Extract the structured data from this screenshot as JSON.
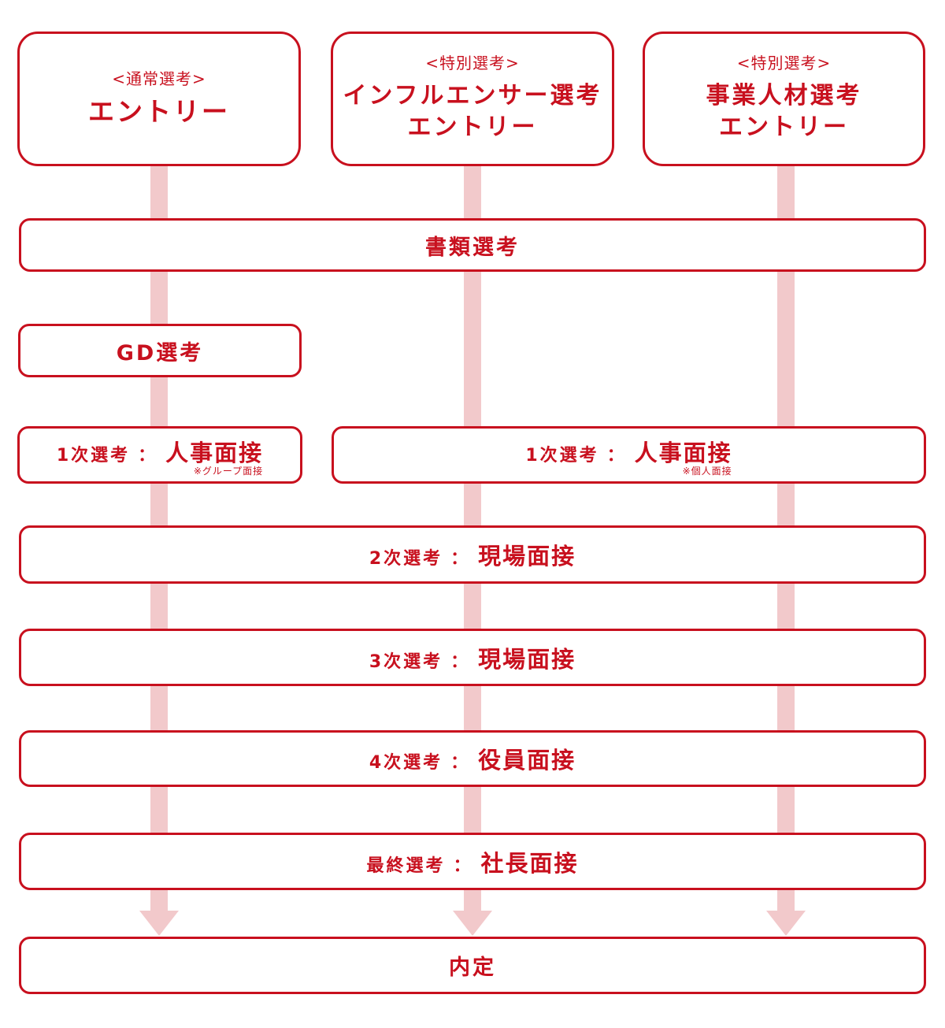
{
  "entries": [
    {
      "sub": "<通常選考>",
      "main": "エントリー",
      "main2": ""
    },
    {
      "sub": "<特別選考>",
      "main": "インフルエンサー選考",
      "main2": "エントリー"
    },
    {
      "sub": "<特別選考>",
      "main": "事業人材選考",
      "main2": "エントリー"
    }
  ],
  "stages": {
    "documents": "書類選考",
    "gd": "GD選考",
    "round1_group": {
      "label": "1次選考",
      "colon": "：",
      "value": "人事面接",
      "note": "※グループ面接"
    },
    "round1_individual": {
      "label": "1次選考",
      "colon": "：",
      "value": "人事面接",
      "note": "※個人面接"
    },
    "round2": {
      "label": "2次選考",
      "colon": "：",
      "value": "現場面接"
    },
    "round3": {
      "label": "3次選考",
      "colon": "：",
      "value": "現場面接"
    },
    "round4": {
      "label": "4次選考",
      "colon": "：",
      "value": "役員面接"
    },
    "final": {
      "label": "最終選考",
      "colon": "：",
      "value": "社長面接"
    },
    "offer": "内定"
  },
  "colors": {
    "accent": "#c8101e",
    "connector": "#f2c9cb"
  }
}
